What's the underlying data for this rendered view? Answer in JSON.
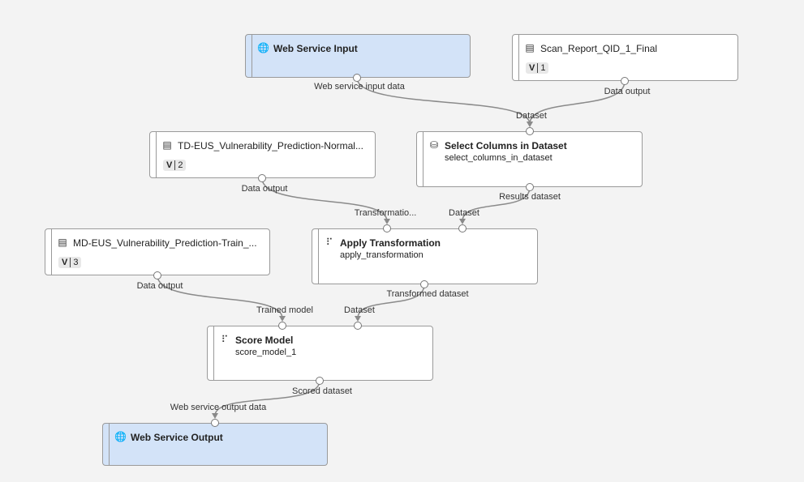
{
  "nodes": {
    "wsi": {
      "title": "Web Service Input",
      "icon": "globe-icon",
      "port_out": "Web service input data"
    },
    "scan": {
      "title": "Scan_Report_QID_1_Final",
      "icon": "dataset-icon",
      "version_label": "V",
      "version": "1",
      "port_out": "Data output"
    },
    "td": {
      "title": "TD-EUS_Vulnerability_Prediction-Normal...",
      "icon": "dataset-icon",
      "version_label": "V",
      "version": "2",
      "port_out": "Data output"
    },
    "select": {
      "title": "Select Columns in Dataset",
      "subtitle": "select_columns_in_dataset",
      "icon": "database-gear-icon",
      "port_in": "Dataset",
      "port_out": "Results dataset"
    },
    "md": {
      "title": "MD-EUS_Vulnerability_Prediction-Train_...",
      "icon": "dataset-icon",
      "version_label": "V",
      "version": "3",
      "port_out": "Data output"
    },
    "apply": {
      "title": "Apply Transformation",
      "subtitle": "apply_transformation",
      "icon": "module-icon",
      "port_in1": "Transformatio...",
      "port_in2": "Dataset",
      "port_out": "Transformed dataset"
    },
    "score": {
      "title": "Score Model",
      "subtitle": "score_model_1",
      "icon": "module-icon",
      "port_in1": "Trained model",
      "port_in2": "Dataset",
      "port_out": "Scored dataset"
    },
    "wso": {
      "title": "Web Service Output",
      "icon": "globe-icon",
      "port_in": "Web service output data"
    }
  },
  "colors": {
    "input_output_fill": "#d3e3f8",
    "edge": "#8a8a8a"
  }
}
